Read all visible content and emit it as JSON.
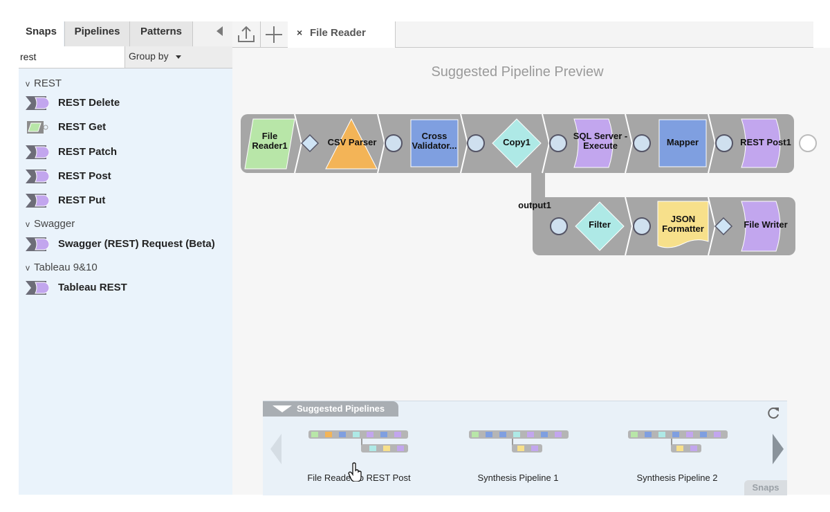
{
  "left_panel": {
    "tabs": [
      "Snaps",
      "Pipelines",
      "Patterns"
    ],
    "search": {
      "value": "rest"
    },
    "group_by": {
      "label": "Group by"
    },
    "categories": [
      {
        "label": "REST",
        "items": [
          "REST Delete",
          "REST Get",
          "REST Patch",
          "REST Post",
          "REST Put"
        ]
      },
      {
        "label": "Swagger",
        "items": [
          "Swagger (REST) Request (Beta)"
        ]
      },
      {
        "label": "Tableau 9&10",
        "items": [
          "Tableau REST"
        ]
      }
    ]
  },
  "toolbar": {
    "close_glyph": "×",
    "file_tab": "File Reader"
  },
  "canvas": {
    "title": "Suggested Pipeline Preview",
    "row1_nodes": [
      "File Reader1",
      "CSV Parser",
      "Cross Validator...",
      "Copy1",
      "SQL Server - Execute",
      "Mapper",
      "REST Post1"
    ],
    "branch_label": "output1",
    "row2_nodes": [
      "Filter",
      "JSON Formatter",
      "File Writer"
    ]
  },
  "suggested": {
    "header": "Suggested Pipelines",
    "pipelines": [
      "File Reader to REST Post",
      "Synthesis Pipeline 1",
      "Synthesis Pipeline 2"
    ],
    "snaps_tag": "Snaps"
  },
  "colors": {
    "reader_green": "#b8e6a8",
    "parser_orange": "#f3b457",
    "blue_snap": "#7f9fe0",
    "teal_snap": "#aee9e6",
    "purple_snap": "#c2a6ee",
    "yellow_snap": "#f7e08b",
    "panel_bg": "#eaf3fb"
  }
}
